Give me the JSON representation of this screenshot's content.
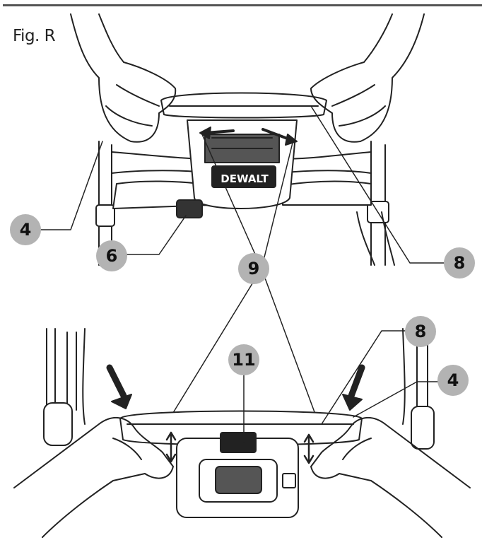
{
  "figure": {
    "label": "Fig. R",
    "brand_text": "DEWALT"
  },
  "callouts": {
    "top_4": "4",
    "top_6": "6",
    "top_8": "8",
    "mid_9": "9",
    "bottom_8": "8",
    "bottom_11": "11",
    "bottom_4": "4"
  },
  "colors": {
    "callout_fill": "#b3b3b3",
    "line": "#222222"
  }
}
